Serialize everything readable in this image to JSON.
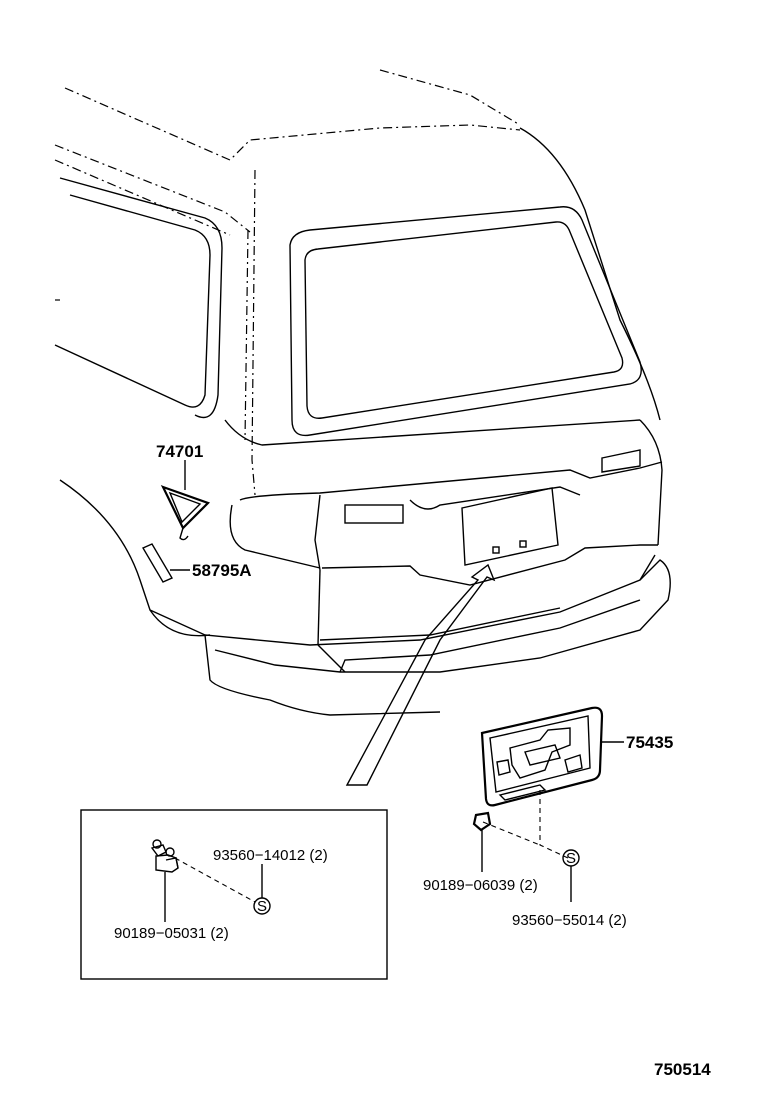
{
  "parts": {
    "p74701": "74701",
    "p58795a": "58795A",
    "p75435": "75435",
    "p93560_14012": "93560−14012 (2)",
    "p90189_05031": "90189−05031 (2)",
    "p90189_06039": "90189−06039 (2)",
    "p93560_55014": "93560−55014 (2)"
  },
  "markers": {
    "s_symbol": "S"
  },
  "diagram_id": "750514"
}
